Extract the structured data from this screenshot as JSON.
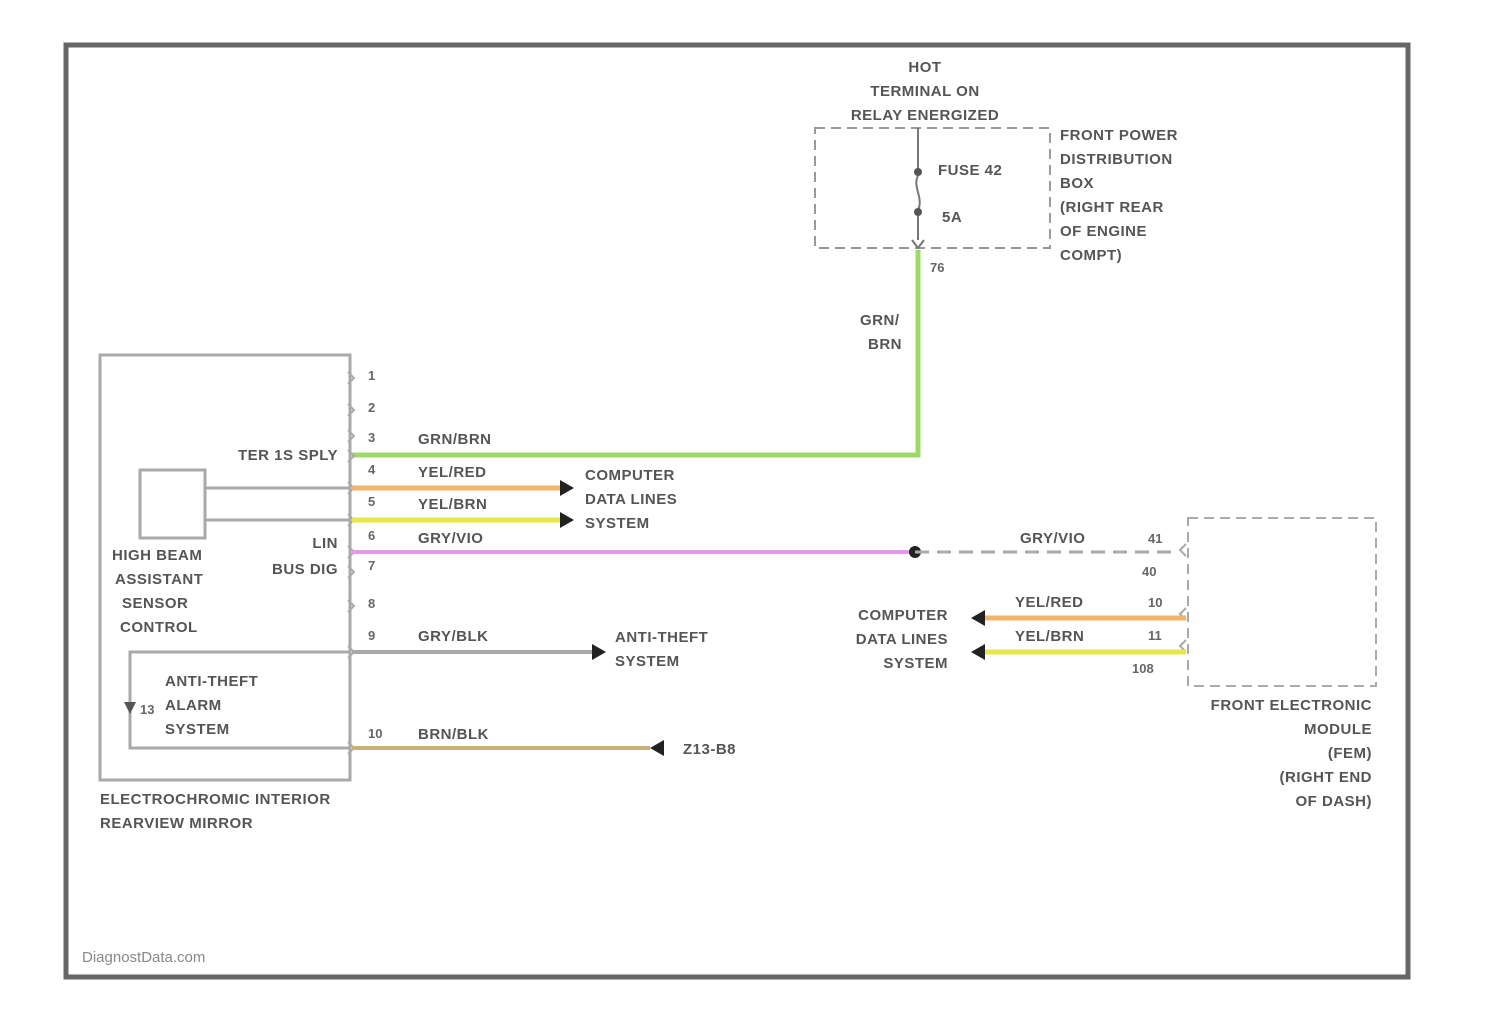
{
  "hot": {
    "lines": [
      "HOT",
      "TERMINAL ON",
      "RELAY ENERGIZED"
    ]
  },
  "fuse": {
    "name": "FUSE 42",
    "rating": "5A",
    "pin": "76"
  },
  "front_power_box": {
    "lines": [
      "FRONT POWER",
      "DISTRIBUTION",
      "BOX",
      "(RIGHT REAR",
      "OF ENGINE",
      "COMPT)"
    ]
  },
  "wire_labels": {
    "grn_brn_vertical": [
      "GRN/",
      "BRN"
    ],
    "grn_brn": "GRN/BRN",
    "yel_red": "YEL/RED",
    "yel_brn": "YEL/BRN",
    "gry_vio": "GRY/VIO",
    "gry_blk": "GRY/BLK",
    "brn_blk": "BRN/BLK"
  },
  "mirror": {
    "pins": [
      "1",
      "2",
      "3",
      "4",
      "5",
      "6",
      "7",
      "8",
      "9",
      "10"
    ],
    "ter_supply": "TER 1S SPLY",
    "lin": "LIN",
    "bus_dig": "BUS DIG",
    "sensor_lines": [
      "HIGH BEAM",
      "ASSISTANT",
      "SENSOR",
      "CONTROL"
    ],
    "alarm_lines": [
      "ANTI-THEFT",
      "ALARM",
      "SYSTEM"
    ],
    "name_lines": [
      "ELECTROCHROMIC INTERIOR",
      "REARVIEW MIRROR"
    ]
  },
  "computer_data_lines": [
    "COMPUTER",
    "DATA LINES",
    "SYSTEM"
  ],
  "anti_theft_system": [
    "ANTI-THEFT",
    "SYSTEM"
  ],
  "ground": "Z13-B8",
  "fem": {
    "pins": [
      "41",
      "40",
      "10",
      "11",
      "108"
    ],
    "name_lines": [
      "FRONT ELECTRONIC",
      "MODULE",
      "(FEM)",
      "(RIGHT END",
      "OF DASH)"
    ]
  },
  "watermark": "DiagnostData.com",
  "colors": {
    "grn_brn": "#9fd86a",
    "yel_red": "#f2b36a",
    "yel_brn": "#e6e84a",
    "gry_vio": "#e49ae6",
    "gry_blk": "#a8a8a8",
    "brn_blk": "#c8b27a",
    "frame": "#666666"
  }
}
